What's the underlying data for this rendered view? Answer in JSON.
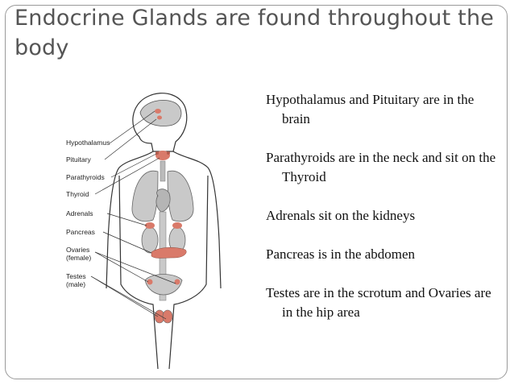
{
  "slide": {
    "title": "Endocrine Glands are found throughout the body"
  },
  "bullets": [
    "Hypothalamus and Pituitary are in the brain",
    "Parathyroids are in the neck and sit on the Thyroid",
    "Adrenals sit on the kidneys",
    "Pancreas is in the abdomen",
    "Testes are in the scrotum and Ovaries are in the hip area"
  ],
  "diagram": {
    "labels": {
      "hypothalamus": "Hypothalamus",
      "pituitary": "Pituitary",
      "parathyroids": "Parathyroids",
      "thyroid": "Thyroid",
      "adrenals": "Adrenals",
      "pancreas": "Pancreas",
      "ovaries_1": "Ovaries",
      "ovaries_2": "(female)",
      "testes_1": "Testes",
      "testes_2": "(male)"
    },
    "colors": {
      "gland": "#d97a6a",
      "organ": "#c9c9c9",
      "outline": "#333333"
    }
  }
}
